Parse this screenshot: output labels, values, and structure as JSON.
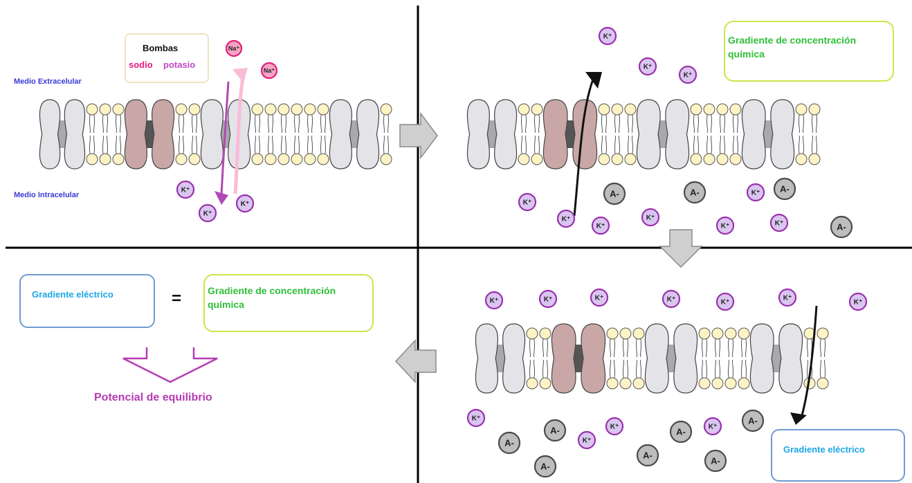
{
  "panel1": {
    "pump_title": "Bombas",
    "pump_sodium": "sodio",
    "pump_potassium": "potasio",
    "extracellular": "Medio Extracelular",
    "intracellular": "Medio Intracelular"
  },
  "panel2": {
    "chemical_gradient": "Gradiente de concentración química"
  },
  "panel3": {
    "electric_gradient": "Gradiente eléctrico",
    "equals": "=",
    "chemical_gradient": "Gradiente de concentración química",
    "equilibrium": "Potencial de equilibrio"
  },
  "panel4": {
    "electric_gradient": "Gradiente eléctrico"
  },
  "ions": {
    "k": "K⁺",
    "na": "Na⁺",
    "anion": "A-"
  },
  "colors": {
    "k_fill": "#d9c6f0",
    "k_stroke": "#9b2fae",
    "na_fill": "#f7a3c6",
    "na_stroke": "#e01f78",
    "anion_fill": "#bdbdbd",
    "anion_stroke": "#4a4a4a",
    "pump_fill": "#c9a7a7",
    "channel_fill": "#e3e3e8",
    "pore_fill": "#a8a8ad",
    "lipid_head": "#fdf3c4",
    "green_text": "#2fbf3a",
    "green_border": "#c8e84a",
    "blue_text": "#1aa6e6",
    "blue_border": "#6e9bd1",
    "purple_text": "#b53ab3"
  }
}
